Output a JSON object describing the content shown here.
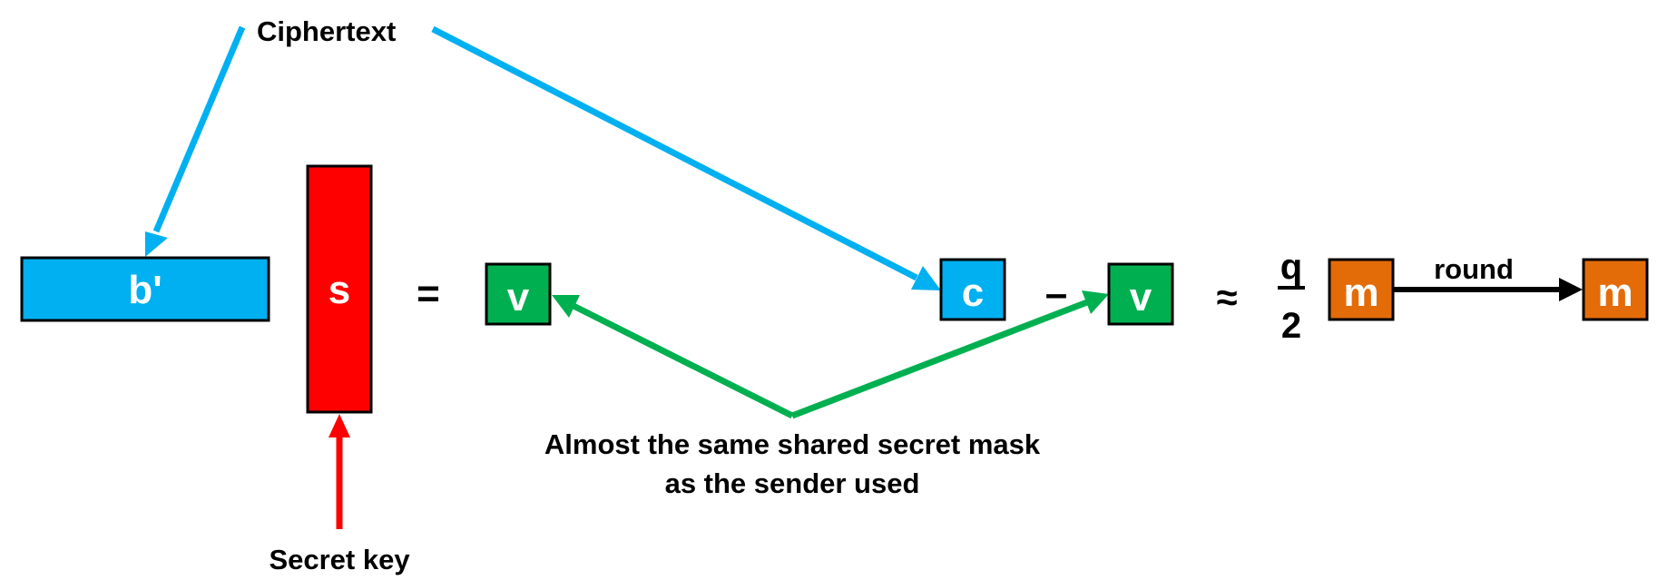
{
  "labels": {
    "ciphertext": "Ciphertext",
    "secret_key": "Secret key",
    "mask_line1": "Almost the same shared secret mask",
    "mask_line2": "as the sender used",
    "round": "round"
  },
  "symbols": {
    "b_prime": "b'",
    "s": "s",
    "equals": "=",
    "v_left": "v",
    "c": "c",
    "minus": "–",
    "v_right": "v",
    "approx": "≈",
    "q": "q",
    "two": "2",
    "m_left": "m",
    "m_right": "m"
  },
  "colors": {
    "blue": "#00b0f0",
    "red": "#ff0000",
    "green": "#00b050",
    "orange": "#e36c09",
    "arrow_blue": "#00b0f0",
    "arrow_green": "#00b050",
    "arrow_red": "#ff0000",
    "arrow_black": "#000000"
  }
}
